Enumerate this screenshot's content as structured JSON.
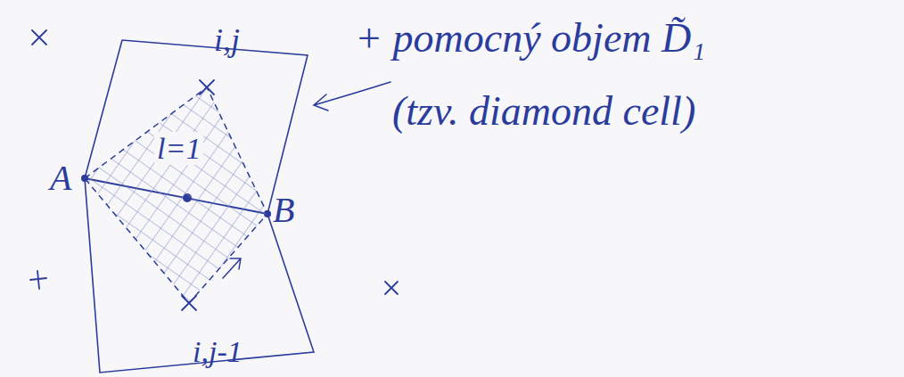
{
  "diagram": {
    "nodes": [
      {
        "text": [
          "l=1"
        ]
      }
    ],
    "labels": [
      "A",
      "B",
      "i,j",
      "i,j-1",
      "+ pomocný objem D̃₁",
      "(tzv. diamond cell)"
    ]
  }
}
